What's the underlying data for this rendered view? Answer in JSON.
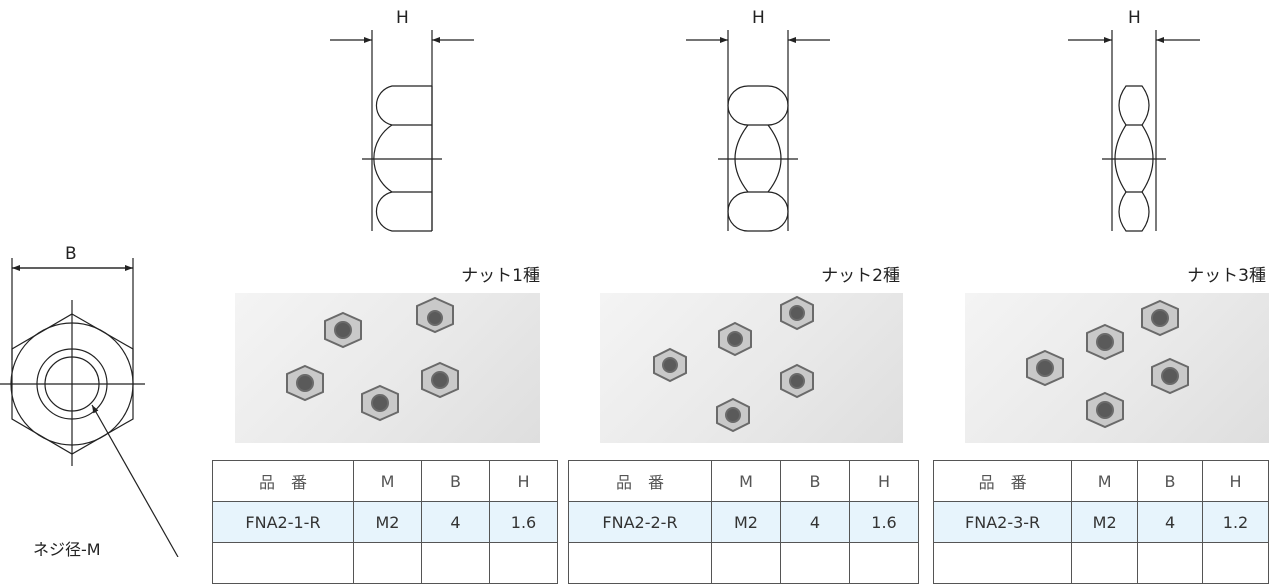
{
  "dimensions": {
    "height": "H",
    "width": "B",
    "thread": "ネジ径-M"
  },
  "types": [
    {
      "caption": "ナット1種",
      "part": "FNA2-1-R",
      "m": "M2",
      "b": "4",
      "h": "1.6"
    },
    {
      "caption": "ナット2種",
      "part": "FNA2-2-R",
      "m": "M2",
      "b": "4",
      "h": "1.6"
    },
    {
      "caption": "ナット3種",
      "part": "FNA2-3-R",
      "m": "M2",
      "b": "4",
      "h": "1.2"
    }
  ],
  "table_headers": {
    "part": "品　番",
    "m": "M",
    "b": "B",
    "h": "H"
  },
  "colors": {
    "line": "#222222",
    "row_fill": "#e7f4fc",
    "photo_bg": "#ececec"
  }
}
